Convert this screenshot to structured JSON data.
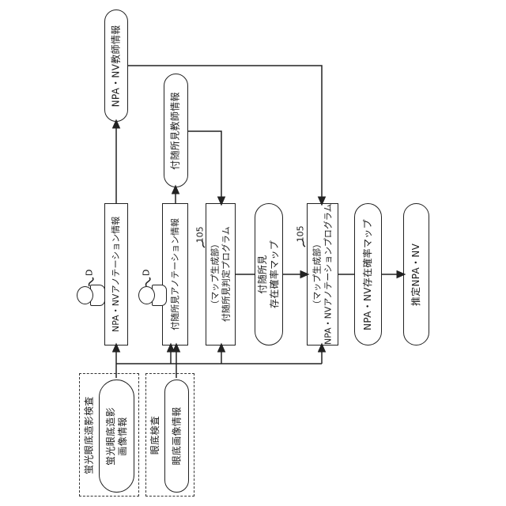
{
  "diagram": {
    "type": "patent-flowchart",
    "text_orientation": "rotated-90-ccw",
    "colors": {
      "line": "#222222",
      "background": "#ffffff",
      "node_fill": "#ffffff"
    },
    "nodes": {
      "npa_nv_teacher_info": "NPA・NV教師情報",
      "incidental_findings_teacher_info": "付随所見教師情報",
      "npa_nv_annotation_info": "NPA・NVアノテーション情報",
      "incidental_findings_annotation_info": "付随所見アノテーション情報",
      "incidental_findings_judgment_program": "（マップ生成部）\n付随所見判定プログラム",
      "incidental_findings_probability_map": "付随所見\n存在確率マップ",
      "npa_nv_annotation_program": "（マップ生成部）\nNPA・NVアノテーションプログラム",
      "npa_nv_probability_map": "NPA・NV存在確率マップ",
      "estimated_npa_nv": "推定NPA・NV",
      "fluorescein_exam_group": "蛍光眼底造影検査",
      "fluorescein_image_info": "蛍光眼底造影\n画像情報",
      "fundus_exam_group": "眼底検査",
      "fundus_image_info": "眼底画像情報"
    },
    "annotations": {
      "ref_number_left": "105",
      "ref_number_right": "105",
      "doctor_label_left": "D",
      "doctor_label_right": "D"
    }
  }
}
